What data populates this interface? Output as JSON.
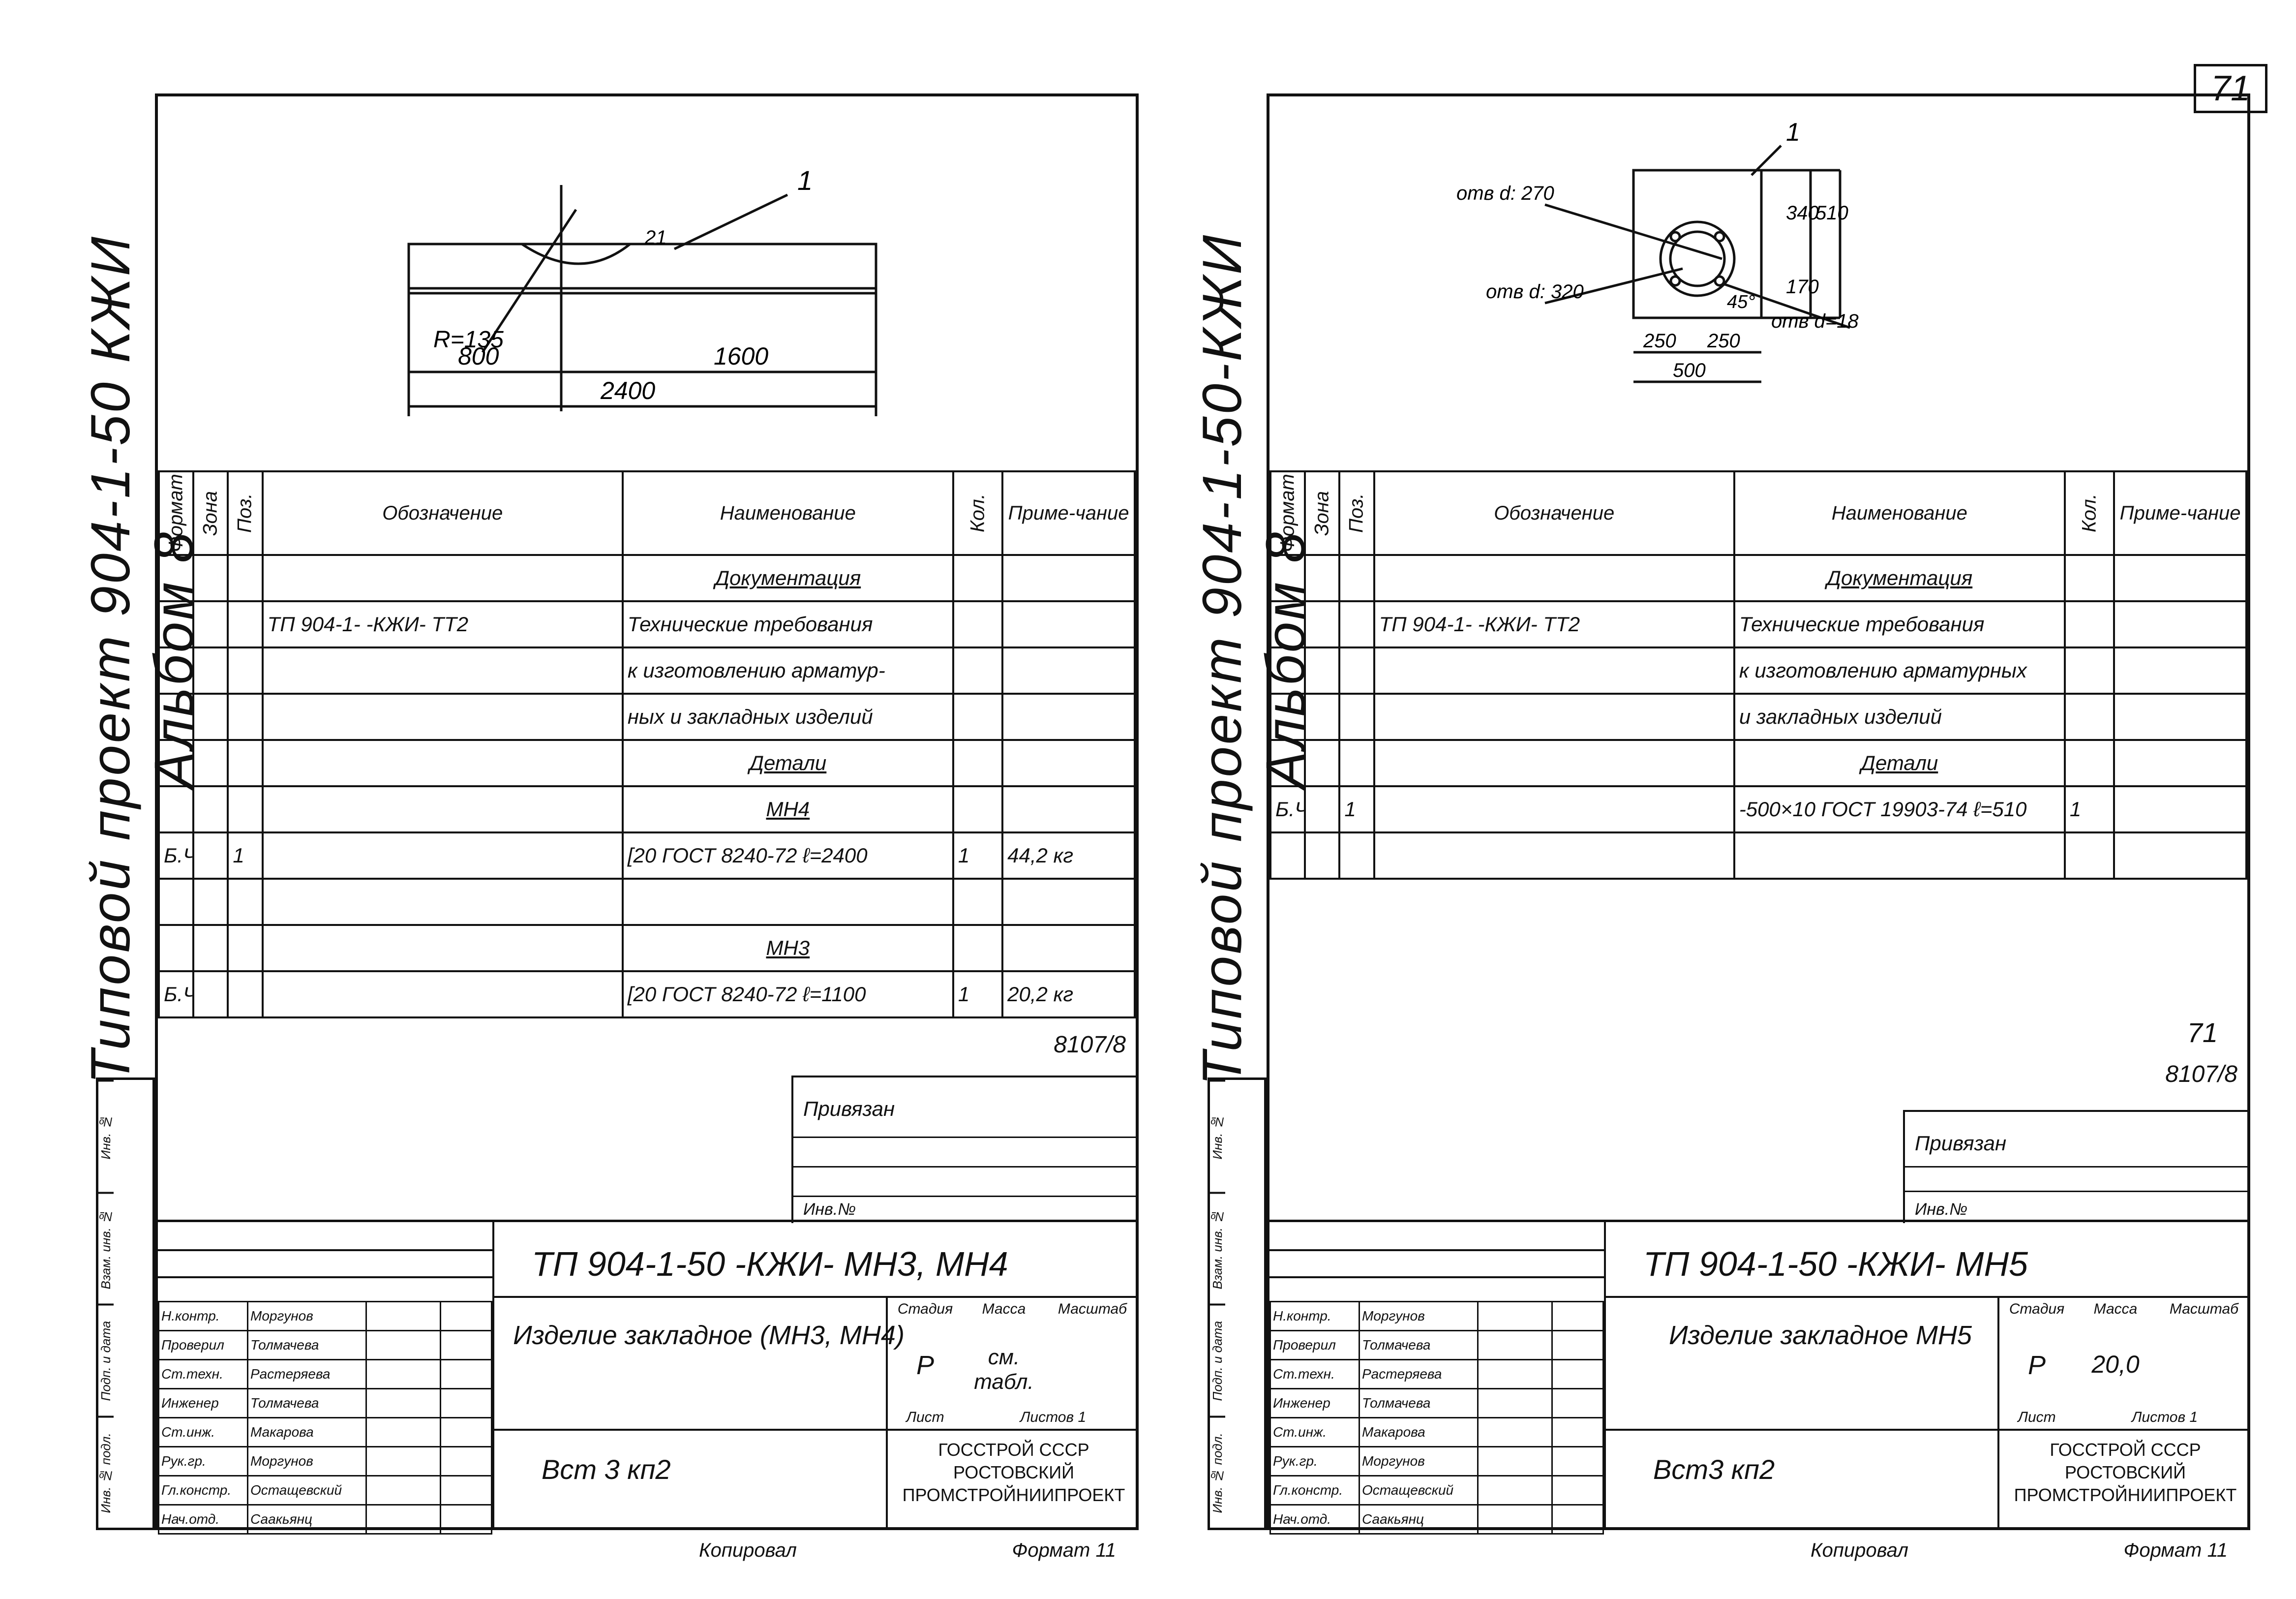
{
  "page_number": "71",
  "sheets": [
    {
      "album": "Типовой проект 904-1-50 КЖИ Альбом 8",
      "stamps": [
        "Инв. № подл.",
        "Подп. и дата",
        "Взам. инв. №",
        "Инв. №"
      ],
      "drawing": {
        "radius": "R=135",
        "dim_total": "2400",
        "dim_left": "800",
        "dim_right": "1600",
        "dim_depth": "21",
        "pos": "1"
      },
      "spec_headers": [
        "Формат",
        "Зона",
        "Поз.",
        "Обозначение",
        "Наименование",
        "Кол.",
        "Приме-чание"
      ],
      "rows": [
        {
          "fmt": "",
          "zone": "",
          "pos": "",
          "code": "",
          "name": "Документация",
          "qty": "",
          "note": "",
          "section": true
        },
        {
          "fmt": "",
          "zone": "",
          "pos": "",
          "code": "ТП 904-1-    -КЖИ- ТТ2",
          "name": "Технические требования",
          "qty": "",
          "note": ""
        },
        {
          "fmt": "",
          "zone": "",
          "pos": "",
          "code": "",
          "name": "к изготовлению арматур-",
          "qty": "",
          "note": ""
        },
        {
          "fmt": "",
          "zone": "",
          "pos": "",
          "code": "",
          "name": "ных и закладных изделий",
          "qty": "",
          "note": ""
        },
        {
          "fmt": "",
          "zone": "",
          "pos": "",
          "code": "",
          "name": "Детали",
          "qty": "",
          "note": "",
          "section": true
        },
        {
          "fmt": "",
          "zone": "",
          "pos": "",
          "code": "",
          "name": "МН4",
          "qty": "",
          "note": "",
          "section": true
        },
        {
          "fmt": "Б.Ч.",
          "zone": "",
          "pos": "1",
          "code": "",
          "name": "[20 ГОСТ 8240-72 ℓ=2400",
          "qty": "1",
          "note": "44,2 кг"
        },
        {
          "fmt": "",
          "zone": "",
          "pos": "",
          "code": "",
          "name": "",
          "qty": "",
          "note": ""
        },
        {
          "fmt": "",
          "zone": "",
          "pos": "",
          "code": "",
          "name": "МН3",
          "qty": "",
          "note": "",
          "section": true
        },
        {
          "fmt": "Б.Ч.",
          "zone": "",
          "pos": "",
          "code": "",
          "name": "[20 ГОСТ 8240-72 ℓ=1100",
          "qty": "1",
          "note": "20,2 кг"
        }
      ],
      "bound_code": "8107/8",
      "bound_label": "Привязан",
      "inv_label": "Инв.№",
      "title_code": "ТП 904-1-50  -КЖИ-  МН3, МН4",
      "title_name": "Изделие закладное (МН3, МН4)",
      "material": "Вст 3 кп2",
      "stage_headers": [
        "Стадия",
        "Масса",
        "Масштаб"
      ],
      "stage": "Р",
      "mass": "см. табл.",
      "scale": "",
      "sheet_label": "Лист",
      "sheets_label": "Листов 1",
      "org": [
        "ГОССТРОЙ СССР",
        "РОСТОВСКИЙ",
        "ПРОМСТРОЙНИИПРОЕКТ"
      ],
      "people": [
        [
          "Н.контр.",
          "Моргунов"
        ],
        [
          "Проверил",
          "Толмачева"
        ],
        [
          "Ст.техн.",
          "Растеряева"
        ],
        [
          "Инженер",
          "Толмачева"
        ],
        [
          "Ст.инж.",
          "Макарова"
        ],
        [
          "Рук.гр.",
          "Моргунов"
        ],
        [
          "Гл.констр.",
          "Остащевский"
        ],
        [
          "Нач.отд.",
          "Саакьянц"
        ]
      ],
      "copied": "Копировал",
      "format": "Формат 11"
    },
    {
      "album": "Типовой проект 904-1-50-КЖИ Альбом 8",
      "stamps": [
        "Инв. № подл.",
        "Подп. и дата",
        "Взам. инв. №",
        "Инв. №"
      ],
      "drawing": {
        "hole1": "отв d: 270",
        "hole2": "отв d: 320",
        "hole3": "отв d=18",
        "angle": "45°",
        "d340": "340",
        "d510": "510",
        "d170": "170",
        "d250a": "250",
        "d250b": "250",
        "d500": "500",
        "pos": "1"
      },
      "spec_headers": [
        "Формат",
        "Зона",
        "Поз.",
        "Обозначение",
        "Наименование",
        "Кол.",
        "Приме-чание"
      ],
      "rows": [
        {
          "fmt": "",
          "zone": "",
          "pos": "",
          "code": "",
          "name": "Документация",
          "qty": "",
          "note": "",
          "section": true
        },
        {
          "fmt": "",
          "zone": "",
          "pos": "",
          "code": "ТП 904-1-    -КЖИ- ТТ2",
          "name": "Технические требования",
          "qty": "",
          "note": ""
        },
        {
          "fmt": "",
          "zone": "",
          "pos": "",
          "code": "",
          "name": "к изготовлению арматурных",
          "qty": "",
          "note": ""
        },
        {
          "fmt": "",
          "zone": "",
          "pos": "",
          "code": "",
          "name": "и закладных изделий",
          "qty": "",
          "note": ""
        },
        {
          "fmt": "",
          "zone": "",
          "pos": "",
          "code": "",
          "name": "Детали",
          "qty": "",
          "note": "",
          "section": true
        },
        {
          "fmt": "Б.Ч.",
          "zone": "",
          "pos": "1",
          "code": "",
          "name": "-500×10 ГОСТ 19903-74 ℓ=510",
          "qty": "1",
          "note": ""
        },
        {
          "fmt": "",
          "zone": "",
          "pos": "",
          "code": "",
          "name": "",
          "qty": "",
          "note": ""
        }
      ],
      "bound_code": "8107/8",
      "bound_label": "Привязан",
      "inv_label": "Инв.№",
      "title_code": "ТП 904-1-50  -КЖИ-  МН5",
      "title_name": "Изделие закладное МН5",
      "material": "Вст3 кп2",
      "stage_headers": [
        "Стадия",
        "Масса",
        "Масштаб"
      ],
      "stage": "Р",
      "mass": "20,0",
      "scale": "",
      "sheet_label": "Лист",
      "sheets_label": "Листов 1",
      "org": [
        "ГОССТРОЙ СССР",
        "РОСТОВСКИЙ",
        "ПРОМСТРОЙНИИПРОЕКТ"
      ],
      "people": [
        [
          "Н.контр.",
          "Моргунов"
        ],
        [
          "Проверил",
          "Толмачева"
        ],
        [
          "Ст.техн.",
          "Растеряева"
        ],
        [
          "Инженер",
          "Толмачева"
        ],
        [
          "Ст.инж.",
          "Макарова"
        ],
        [
          "Рук.гр.",
          "Моргунов"
        ],
        [
          "Гл.констр.",
          "Остащевский"
        ],
        [
          "Нач.отд.",
          "Саакьянц"
        ]
      ],
      "copied": "Копировал",
      "format": "Формат 11"
    }
  ]
}
